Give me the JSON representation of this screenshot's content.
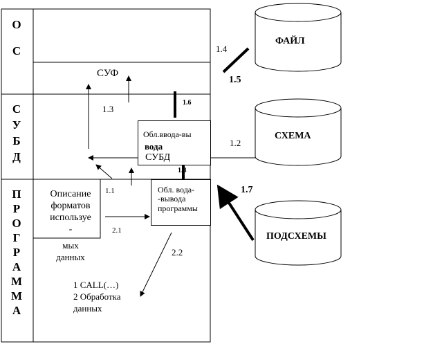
{
  "left_column": {
    "os_letters": [
      "О",
      "С"
    ],
    "subd_letters": [
      "С",
      "У",
      "Б",
      "Д"
    ],
    "program_letters": [
      "П",
      "Р",
      "О",
      "Г",
      "Р",
      "А",
      "М",
      "М",
      "А"
    ]
  },
  "labels": {
    "suf": "СУФ",
    "l13": "1.3",
    "l14": "1.4",
    "l15": "1.5",
    "l16": "1.6",
    "l12": "1.2",
    "l18": "1.8",
    "l17": "1.7",
    "l11": "1.1",
    "l21": "2.1",
    "l22": "2.2"
  },
  "boxes": {
    "dbms_io": {
      "line1": "Обл.ввода-вы",
      "line2": "вода",
      "line3": "СУБД"
    },
    "prog_io": {
      "line1": "Обл. вода-",
      "line2": "-вывода",
      "line3": "программы"
    },
    "formats": {
      "line1": "Описание",
      "line2": "форматов",
      "line3": "используе",
      "line4": "-",
      "line5": "мых",
      "line6": "данных"
    }
  },
  "program_steps": {
    "step1": "1 CALL(…)",
    "step2": "2 Обработка",
    "step3": "данных"
  },
  "databases": {
    "file": "ФАЙЛ",
    "schema": "СХЕМА",
    "subschemas": "ПОДСХЕМЫ"
  }
}
